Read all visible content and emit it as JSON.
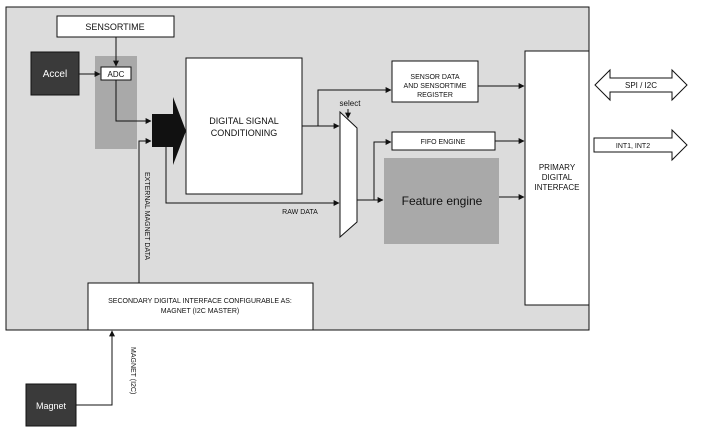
{
  "colors": {
    "chip_bg": "#dcdcdc",
    "dark_block": "#3a3a3a",
    "adc_shade": "#a9a9a9",
    "feature_fill": "#a9a9a9",
    "stroke": "#111111",
    "white": "#ffffff"
  },
  "blocks": {
    "sensortime": "SENSORTIME",
    "accel": "Accel",
    "adc": "ADC",
    "dsc_line1": "DIGITAL SIGNAL",
    "dsc_line2": "CONDITIONING",
    "sensor_data_line1": "SENSOR DATA",
    "sensor_data_line2": "AND SENSORTIME",
    "sensor_data_line3": "REGISTER",
    "fifo": "FIFO ENGINE",
    "feature": "Feature engine",
    "primary_line1": "PRIMARY",
    "primary_line2": "DIGITAL",
    "primary_line3": "INTERFACE",
    "secondary_line1": "SECONDARY DIGITAL INTERFACE CONFIGURABLE AS:",
    "secondary_line2": "MAGNET (I2C MASTER)",
    "magnet": "Magnet"
  },
  "labels": {
    "select": "select",
    "raw_data": "RAW DATA",
    "external_magnet": "EXTERNAL MAGNET DATA",
    "magnet_i2c": "MAGNET (I2C)",
    "spi_i2c": "SPI / I2C",
    "int": "INT1, INT2"
  }
}
